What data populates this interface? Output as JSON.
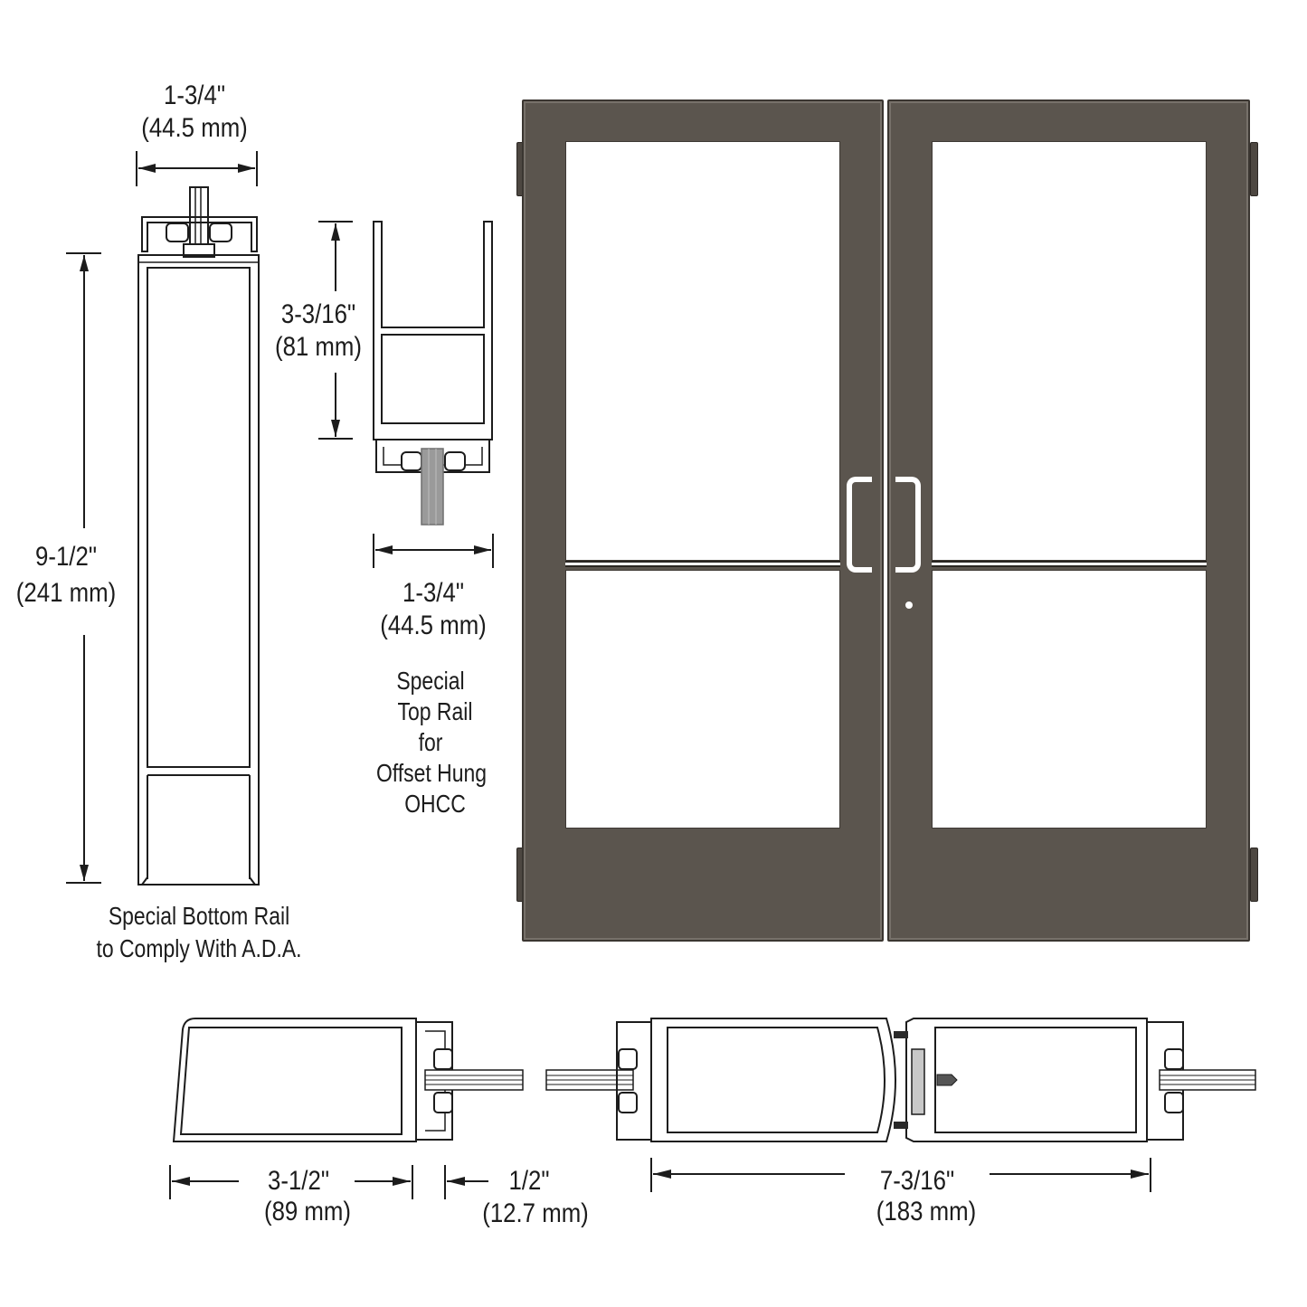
{
  "diagram": {
    "subject": "Double door entrance with stile and rail section details",
    "colors": {
      "door_finish": "#5b554e",
      "door_edge": "#3b3631",
      "line": "#1c1c1c",
      "glass_infill": "#9a9a9a",
      "background": "#ffffff"
    },
    "bottom_rail_detail": {
      "width_dimension": {
        "imperial": "1-3/4\"",
        "metric": "(44.5 mm)"
      },
      "height_dimension": {
        "imperial": "9-1/2\"",
        "metric": "(241 mm)"
      },
      "caption_line1": "Special Bottom Rail",
      "caption_line2": "to Comply With A.D.A."
    },
    "top_rail_detail": {
      "height_dimension": {
        "imperial": "3-3/16\"",
        "metric": "(81 mm)"
      },
      "width_dimension": {
        "imperial": "1-3/4\"",
        "metric": "(44.5 mm)"
      },
      "caption_lines": [
        "Special",
        "Top Rail",
        "for",
        "Offset Hung",
        "OHCC"
      ]
    },
    "door_elevation": {
      "leaves": [
        {
          "name": "left-leaf",
          "handle": "pull-handle-left"
        },
        {
          "name": "right-leaf",
          "handle": "pull-handle-right",
          "lock": "keyhole"
        }
      ],
      "features": [
        "top pivots",
        "bottom pivots",
        "mid rail",
        "pull handles",
        "lock cylinder"
      ]
    },
    "stile_sections": {
      "wide_stile": {
        "imperial": "3-1/2\"",
        "metric": "(89 mm)"
      },
      "glass_offset": {
        "imperial": "1/2\"",
        "metric": "(12.7 mm)"
      },
      "meeting_stiles": {
        "imperial": "7-3/16\"",
        "metric": "(183 mm)"
      }
    }
  }
}
